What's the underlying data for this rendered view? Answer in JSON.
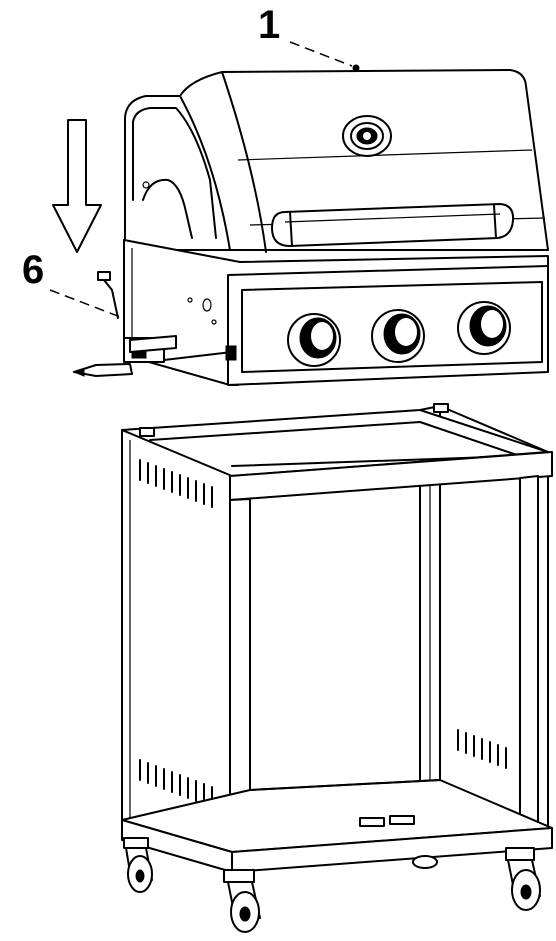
{
  "callouts": [
    {
      "id": "lid",
      "label": "1"
    },
    {
      "id": "gas-regulator",
      "label": "6"
    }
  ],
  "colors": {
    "line": "#000000",
    "background": "#ffffff"
  },
  "icons": {
    "direction": "down-arrow-icon"
  }
}
